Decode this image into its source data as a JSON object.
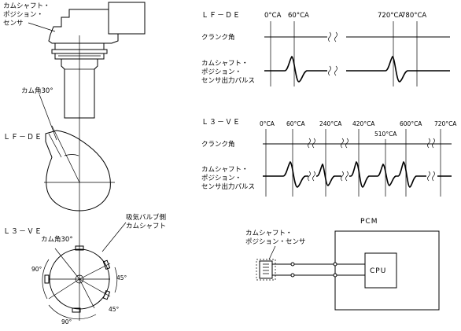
{
  "left": {
    "sensor_label": [
      "カムシャフト・",
      "ポジション・",
      "センサ"
    ],
    "cam_angle_top": "カム角30°",
    "lfde_label": "ＬＦ－ＤＥ",
    "intake_label": [
      "吸気バルブ側",
      "カムシャフト"
    ],
    "l3ve_label": "Ｌ３－ＶＥ",
    "cam_angle_bottom": "カム角30°",
    "angle_90_left": "90°",
    "angle_45_right": "45°",
    "angle_45_bottom": "45°",
    "angle_90_bottom": "90°"
  },
  "lfde_chart": {
    "title": "ＬＦ－ＤＥ",
    "ticks": [
      "0°CA",
      "60°CA",
      "720°CA",
      "780°CA"
    ],
    "crank_label": "クランク角",
    "pulse_label": [
      "カムシャフト・",
      "ポジション・",
      "センサ出力パルス"
    ]
  },
  "l3ve_chart": {
    "title": "Ｌ３－ＶＥ",
    "ticks": [
      "0°CA",
      "60°CA",
      "240°CA",
      "420°CA",
      "510°CA",
      "600°CA",
      "720°CA"
    ],
    "crank_label": "クランク角",
    "pulse_label": [
      "カムシャフト・",
      "ポジション・",
      "センサ出力パルス"
    ]
  },
  "circuit": {
    "pcm_label": "PCM",
    "cpu_label": "CPU",
    "sensor_label": [
      "カムシャフト・",
      "ポジション・センサ"
    ]
  }
}
